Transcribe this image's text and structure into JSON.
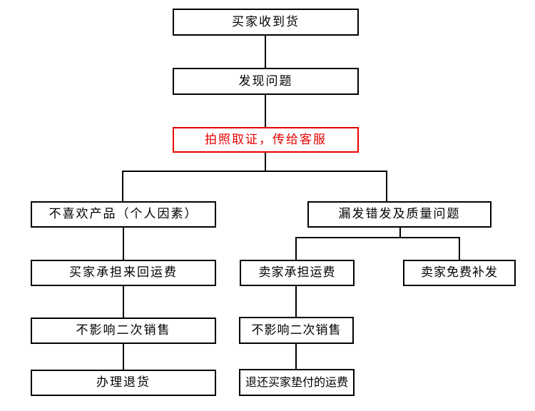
{
  "diagram": {
    "type": "flowchart",
    "description": "After-sale return process flowchart",
    "nodes": {
      "receive": {
        "label": "买家收到货"
      },
      "problem": {
        "label": "发现问题"
      },
      "photo": {
        "label": "拍照取证，传给客服",
        "emphasis": "red"
      },
      "dislike": {
        "label": "不喜欢产品（个人因素）"
      },
      "wrong": {
        "label": "漏发错发及质量问题"
      },
      "buyer_shipping": {
        "label": "买家承担来回运费"
      },
      "seller_shipping": {
        "label": "卖家承担运费"
      },
      "reship": {
        "label": "卖家免费补发"
      },
      "resale_left": {
        "label": "不影响二次销售"
      },
      "resale_mid": {
        "label": "不影响二次销售"
      },
      "return_goods": {
        "label": "办理退货"
      },
      "refund": {
        "label": "退还买家垫付的运费"
      }
    },
    "edges": [
      {
        "from": "receive",
        "to": "problem"
      },
      {
        "from": "problem",
        "to": "photo"
      },
      {
        "from": "photo",
        "to": "dislike"
      },
      {
        "from": "photo",
        "to": "wrong"
      },
      {
        "from": "dislike",
        "to": "buyer_shipping"
      },
      {
        "from": "buyer_shipping",
        "to": "resale_left"
      },
      {
        "from": "resale_left",
        "to": "return_goods"
      },
      {
        "from": "wrong",
        "to": "seller_shipping"
      },
      {
        "from": "wrong",
        "to": "reship"
      },
      {
        "from": "seller_shipping",
        "to": "resale_mid"
      },
      {
        "from": "resale_mid",
        "to": "refund"
      }
    ]
  },
  "colors": {
    "line": "#000000",
    "highlight": "#e60000",
    "background": "#ffffff"
  }
}
